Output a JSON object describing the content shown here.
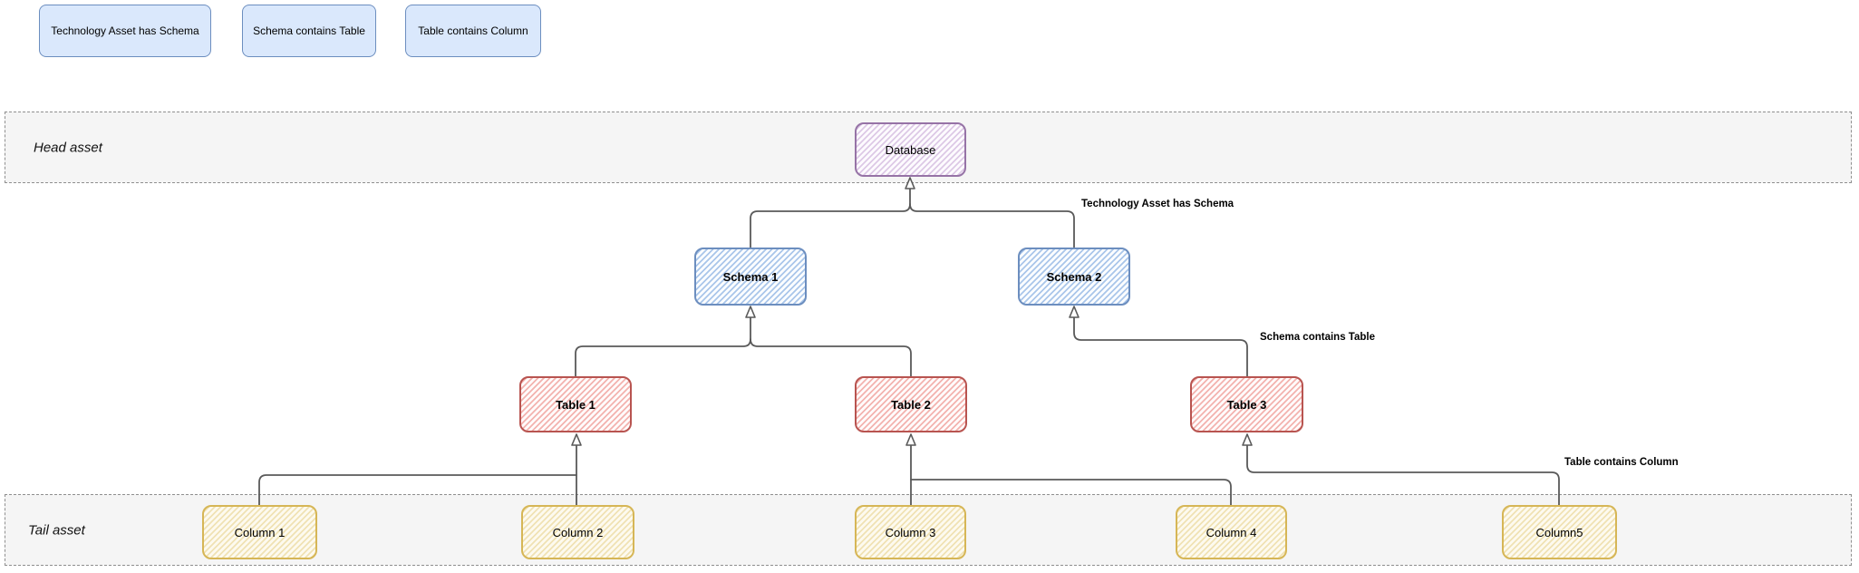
{
  "legend": {
    "items": [
      {
        "label": "Technology Asset has Schema"
      },
      {
        "label": "Schema contains Table"
      },
      {
        "label": "Table contains Column"
      }
    ]
  },
  "bands": {
    "head": {
      "label": "Head asset"
    },
    "tail": {
      "label": "Tail asset"
    }
  },
  "nodes": {
    "database": {
      "label": "Database"
    },
    "schema1": {
      "label": "Schema 1"
    },
    "schema2": {
      "label": "Schema 2"
    },
    "table1": {
      "label": "Table 1"
    },
    "table2": {
      "label": "Table 2"
    },
    "table3": {
      "label": "Table 3"
    },
    "column1": {
      "label": "Column 1"
    },
    "column2": {
      "label": "Column 2"
    },
    "column3": {
      "label": "Column 3"
    },
    "column4": {
      "label": "Column 4"
    },
    "column5": {
      "label": "Column5"
    }
  },
  "edge_labels": {
    "tech_asset_has_schema": "Technology Asset has Schema",
    "schema_contains_table": "Schema contains Table",
    "table_contains_column": "Table contains Column"
  },
  "colors": {
    "legend_fill": "#dae8fc",
    "legend_border": "#6c8ebf",
    "database_border": "#9673a6",
    "schema_border": "#6c8ebf",
    "table_border": "#b85450",
    "column_border": "#d6b656",
    "band_fill": "#f5f5f5",
    "edge_stroke": "#595959"
  }
}
